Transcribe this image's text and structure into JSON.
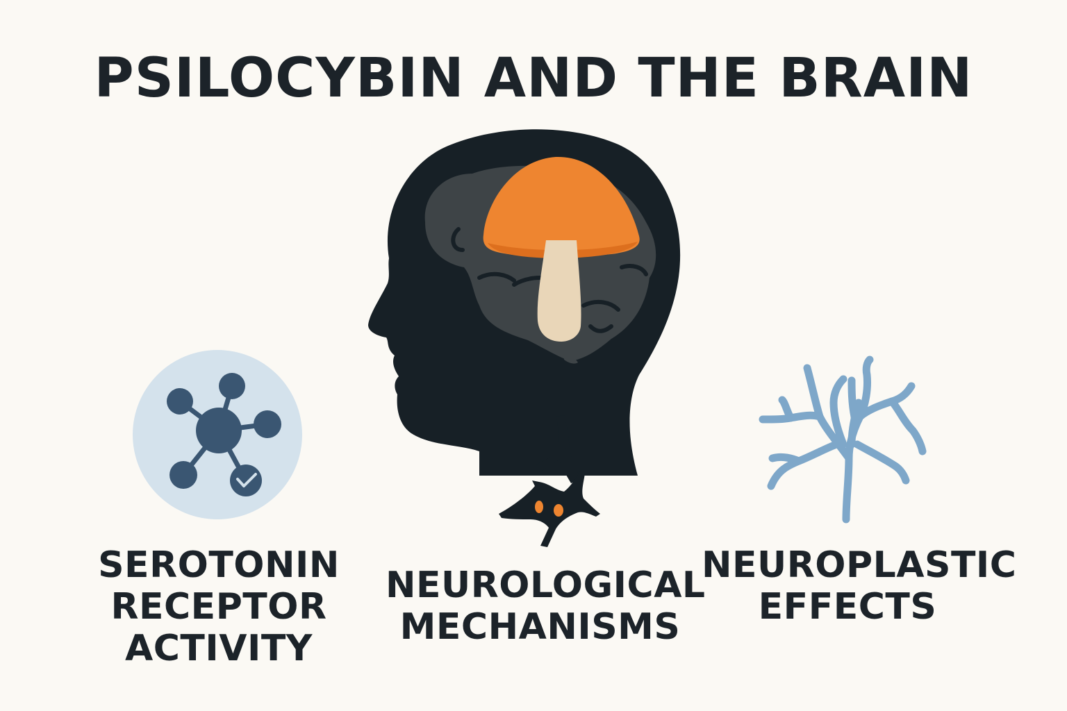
{
  "title": "PSILOCYBIN AND THE BRAIN",
  "labels": {
    "serotonin": [
      "SEROTONIN",
      "RECEPTOR",
      "ACTIVITY"
    ],
    "neurological": [
      "NEUROLOGICAL",
      "MECHANISMS"
    ],
    "neuroplastic": [
      "NEUROPLASTIC",
      "EFFECTS"
    ]
  },
  "colors": {
    "background": "#FBF9F4",
    "text": "#1C2329",
    "head": "#172026",
    "brain": "#3E4447",
    "mushroom_cap": "#EE8530",
    "mushroom_stem": "#E9D6B8",
    "receptor_circle": "#D4E2EC",
    "receptor_nodes": "#3A5672",
    "dendrite": "#7EA7C9"
  },
  "icons": [
    "molecule-icon",
    "head-silhouette-icon",
    "mushroom-icon",
    "neuron-icon",
    "dendrite-icon"
  ]
}
